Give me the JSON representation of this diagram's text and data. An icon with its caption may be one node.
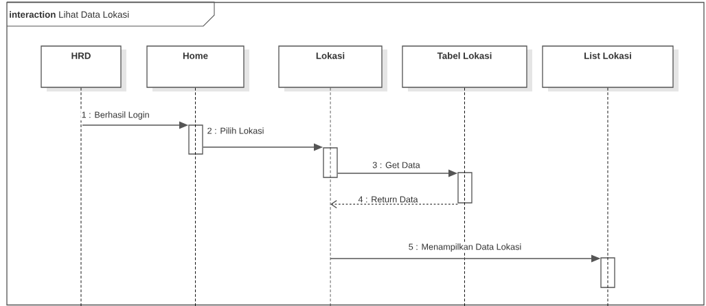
{
  "diagram": {
    "nodes": [
      {
        "text": [
          "**interaction** Lihat Data Lokasi"
        ]
      },
      {
        "text": [
          "HRD"
        ],
        "in": 0
      },
      {
        "text": [
          "Home"
        ],
        "in": 0
      },
      {
        "text": [
          "Lokasi"
        ],
        "in": 0
      },
      {
        "text": [
          "Tabel Lokasi"
        ],
        "in": 0
      },
      {
        "text": [
          "List Lokasi"
        ],
        "in": 0
      },
      {
        "text": [],
        "shape": "bar",
        "in": 0
      },
      {
        "text": [],
        "shape": "bar",
        "in": 0
      },
      {
        "text": [],
        "shape": "bar",
        "in": 0
      },
      {
        "text": [],
        "shape": "bar",
        "in": 0
      }
    ],
    "edges": [
      {
        "from": 1,
        "to": null,
        "arrow": "none",
        "style": "dashed"
      },
      {
        "from": 2,
        "to": null,
        "arrow": "none",
        "style": "dashed"
      },
      {
        "from": 3,
        "to": null,
        "arrow": "none",
        "style": "dashed"
      },
      {
        "from": 4,
        "to": null,
        "arrow": "none",
        "style": "dashed"
      },
      {
        "from": 5,
        "to": null,
        "arrow": "none",
        "style": "dashed"
      },
      {
        "from": null,
        "to": 6,
        "label": "1 : Berhasil Login",
        "arrow": "to"
      },
      {
        "from": 6,
        "to": 7,
        "label": "2 : Pilih Lokasi",
        "arrow": "to"
      },
      {
        "from": 7,
        "to": 8,
        "label": "3 : Get Data",
        "arrow": "to"
      },
      {
        "from": 8,
        "to": null,
        "label": "4 : Return Data",
        "arrow": "to",
        "style": "dashed"
      },
      {
        "from": null,
        "to": 9,
        "label": "5 : Menampilkan Data Lokasi",
        "arrow": "to"
      }
    ]
  }
}
